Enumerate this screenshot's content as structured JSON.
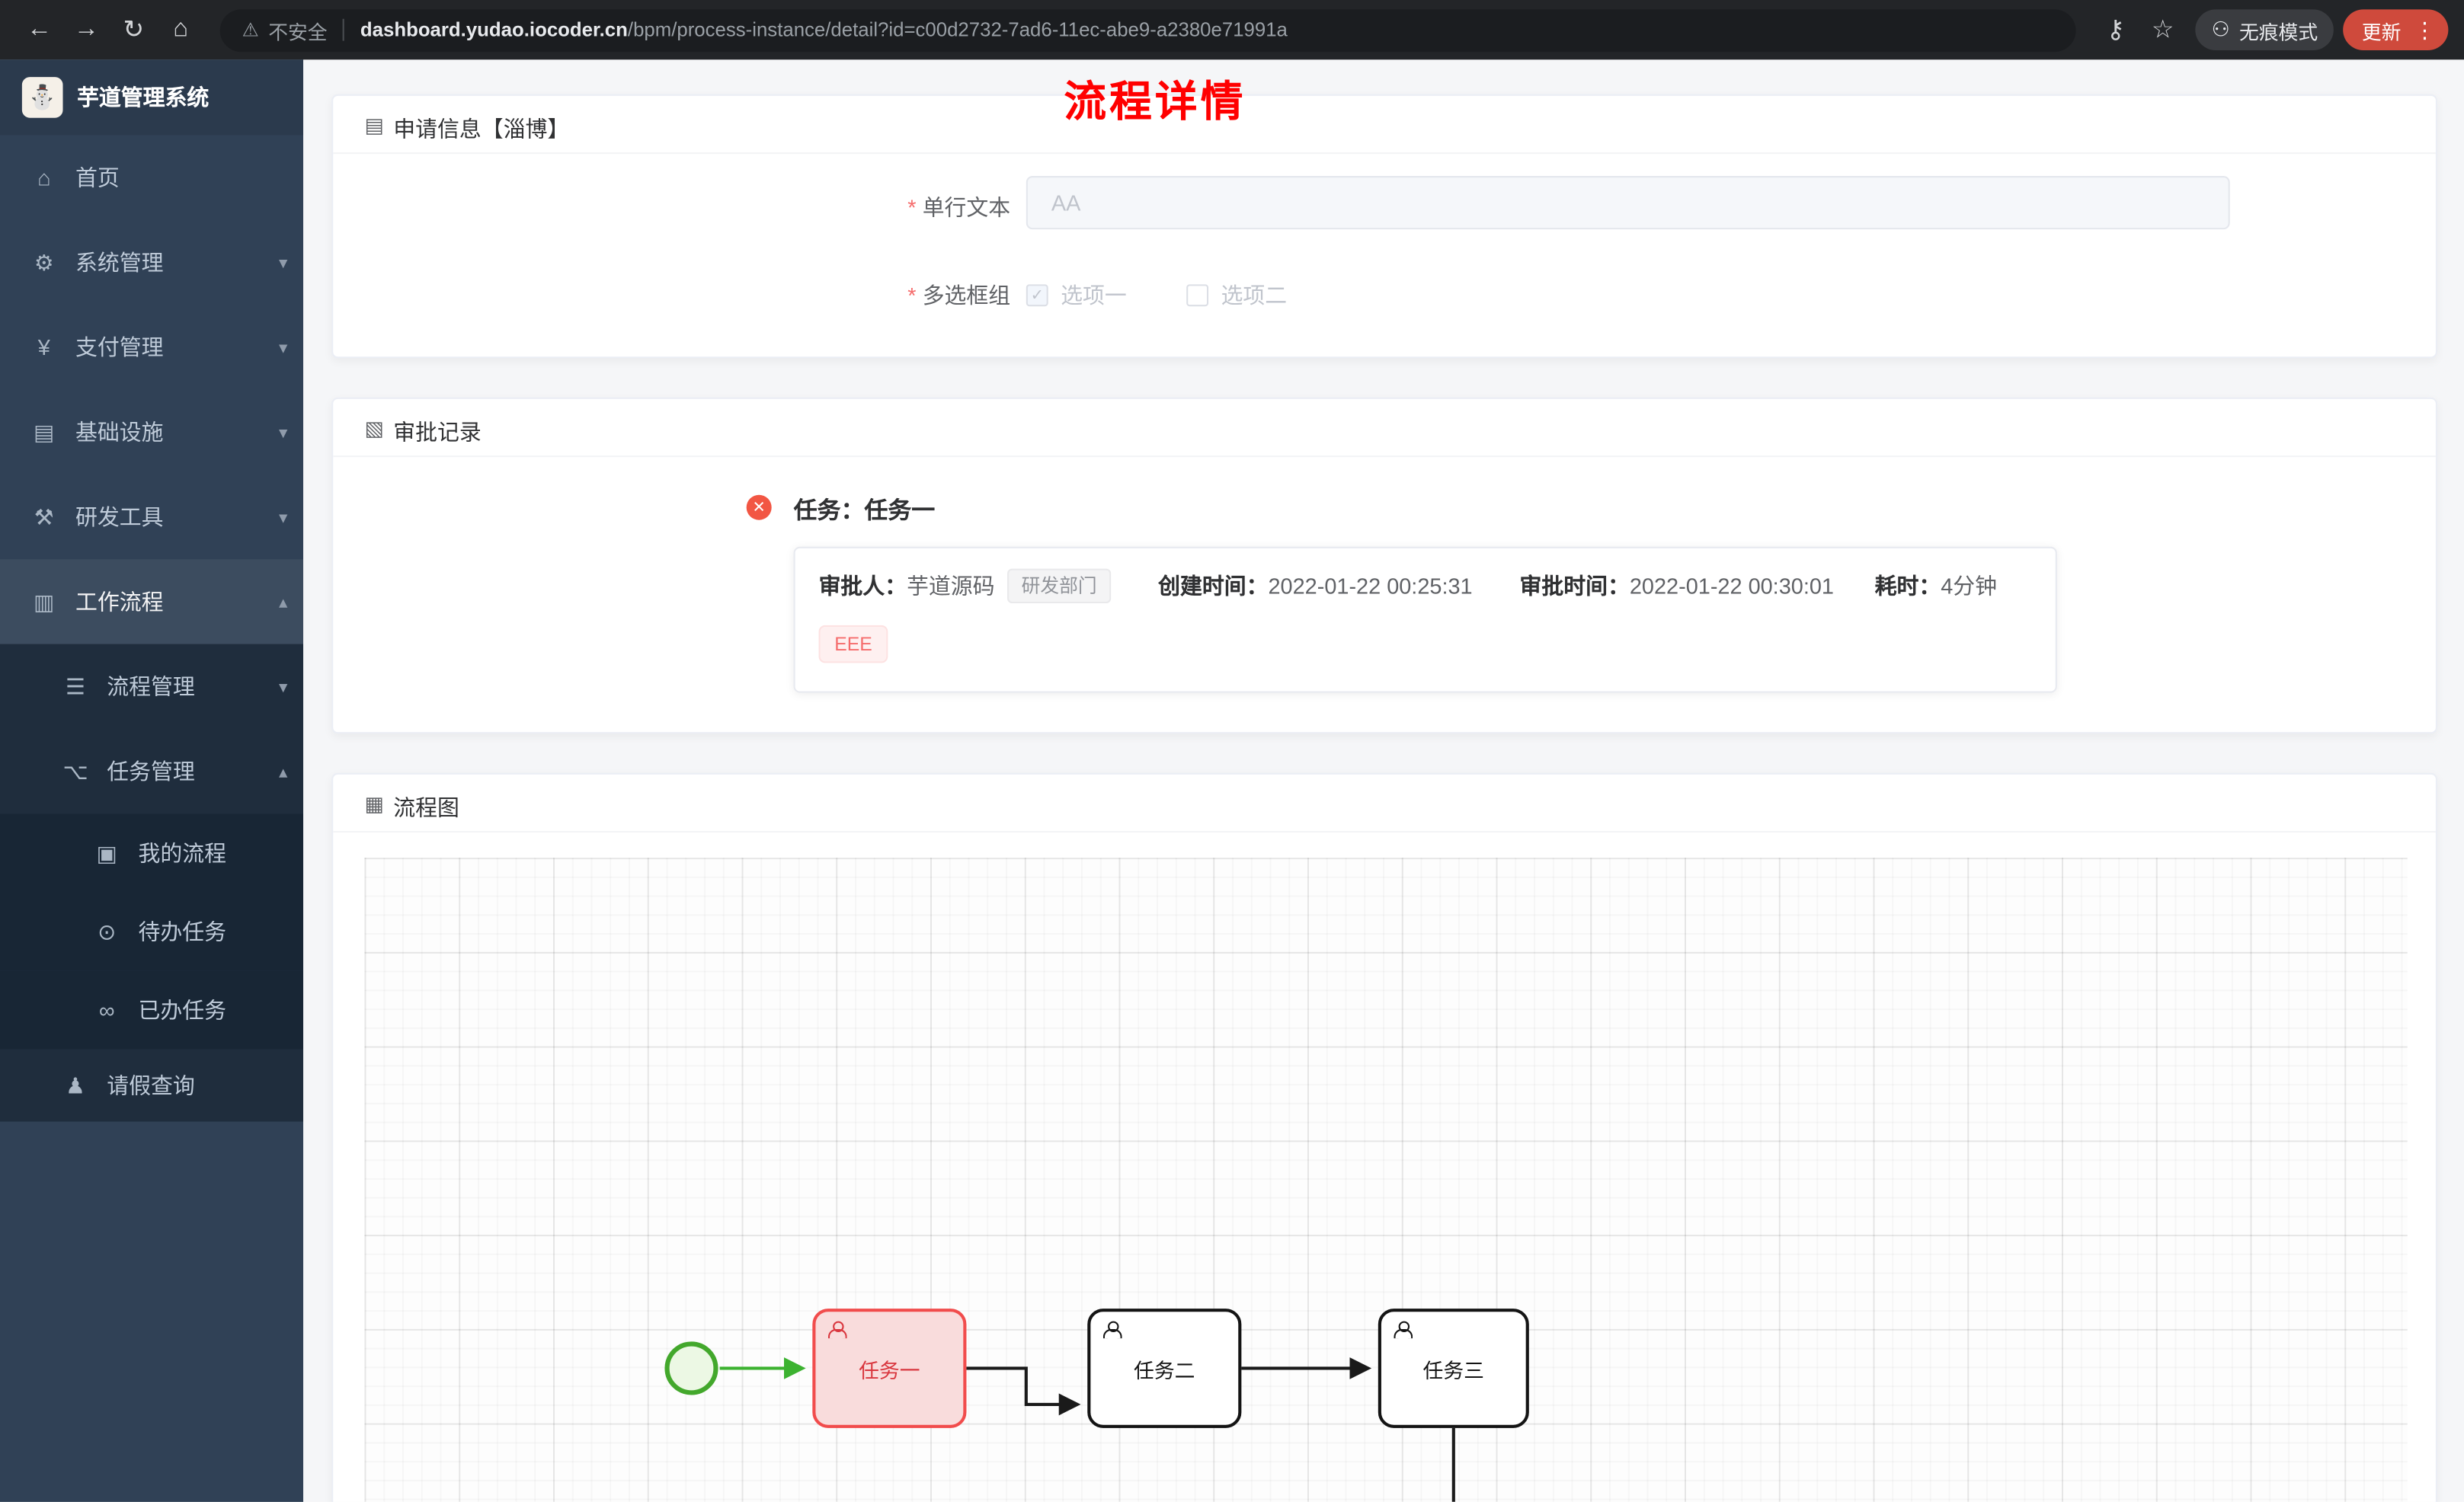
{
  "browser": {
    "security_label": "不安全",
    "url_host": "dashboard.yudao.iocoder.cn",
    "url_path": "/bpm/process-instance/detail?id=c00d2732-7ad6-11ec-abe9-a2380e71991a",
    "incognito_label": "无痕模式",
    "update_label": "更新"
  },
  "icons": {
    "back": "←",
    "forward": "→",
    "reload": "↻",
    "home": "⌂",
    "warning": "⚠",
    "key": "⚷",
    "star": "☆",
    "incognito": "⚇",
    "dots": "⋮",
    "chevron_down": "▾",
    "chevron_up": "▴",
    "menu_home": "⌂",
    "menu_system": "⚙",
    "menu_pay": "¥",
    "menu_infra": "▤",
    "menu_tools": "⚒",
    "menu_workflow": "▥",
    "menu_process": "☰",
    "menu_task": "⌥",
    "menu_my": "▣",
    "menu_todo": "⊙",
    "menu_done": "∞",
    "menu_leave": "♟",
    "doc": "▤",
    "record": "▧",
    "chart": "▦",
    "close": "✕",
    "check": "✓",
    "asterisk": "*"
  },
  "sidebar": {
    "app_title": "芋道管理系统",
    "items": [
      {
        "label": "首页",
        "level": 1
      },
      {
        "label": "系统管理",
        "level": 1,
        "expandable": true,
        "expanded": false
      },
      {
        "label": "支付管理",
        "level": 1,
        "expandable": true,
        "expanded": false
      },
      {
        "label": "基础设施",
        "level": 1,
        "expandable": true,
        "expanded": false
      },
      {
        "label": "研发工具",
        "level": 1,
        "expandable": true,
        "expanded": false
      },
      {
        "label": "工作流程",
        "level": 1,
        "expandable": true,
        "expanded": true
      },
      {
        "label": "流程管理",
        "level": 2,
        "expandable": true,
        "expanded": false
      },
      {
        "label": "任务管理",
        "level": 2,
        "expandable": true,
        "expanded": true
      },
      {
        "label": "我的流程",
        "level": 3
      },
      {
        "label": "待办任务",
        "level": 3
      },
      {
        "label": "已办任务",
        "level": 3
      },
      {
        "label": "请假查询",
        "level": 2
      }
    ]
  },
  "page": {
    "title": "流程详情"
  },
  "apply_card": {
    "header": "申请信息【淄博】",
    "text_field": {
      "label": "单行文本",
      "required": true,
      "value": "AA"
    },
    "checkbox_field": {
      "label": "多选框组",
      "required": true,
      "options": [
        {
          "label": "选项一",
          "checked": true
        },
        {
          "label": "选项二",
          "checked": false
        }
      ]
    }
  },
  "audit_card": {
    "header": "审批记录",
    "task_title": "任务：任务一",
    "approver_label": "审批人：",
    "approver_name": "芋道源码",
    "approver_dept_tag": "研发部门",
    "created_label": "创建时间：",
    "created_time": "2022-01-22 00:25:31",
    "approved_label": "审批时间：",
    "approved_time": "2022-01-22 00:30:01",
    "duration_label": "耗时：",
    "duration_value": "4分钟",
    "comment_tag": "EEE"
  },
  "diagram_card": {
    "header": "流程图",
    "nodes": [
      {
        "id": "start",
        "type": "startEvent",
        "state": "completed"
      },
      {
        "label": "任务一",
        "type": "userTask",
        "state": "current"
      },
      {
        "label": "任务二",
        "type": "userTask",
        "state": "pending"
      },
      {
        "label": "任务三",
        "type": "userTask",
        "state": "pending"
      }
    ]
  },
  "colors": {
    "page_title_red": "#ff0000",
    "current_task_red": "#f14c4c",
    "completed_green": "#43a82c",
    "danger_tag_red": "#f56c6c",
    "update_button_red": "#cf4a3c",
    "sidebar_bg": "#304156",
    "sidebar_sub_bg": "#1f2d3d"
  }
}
